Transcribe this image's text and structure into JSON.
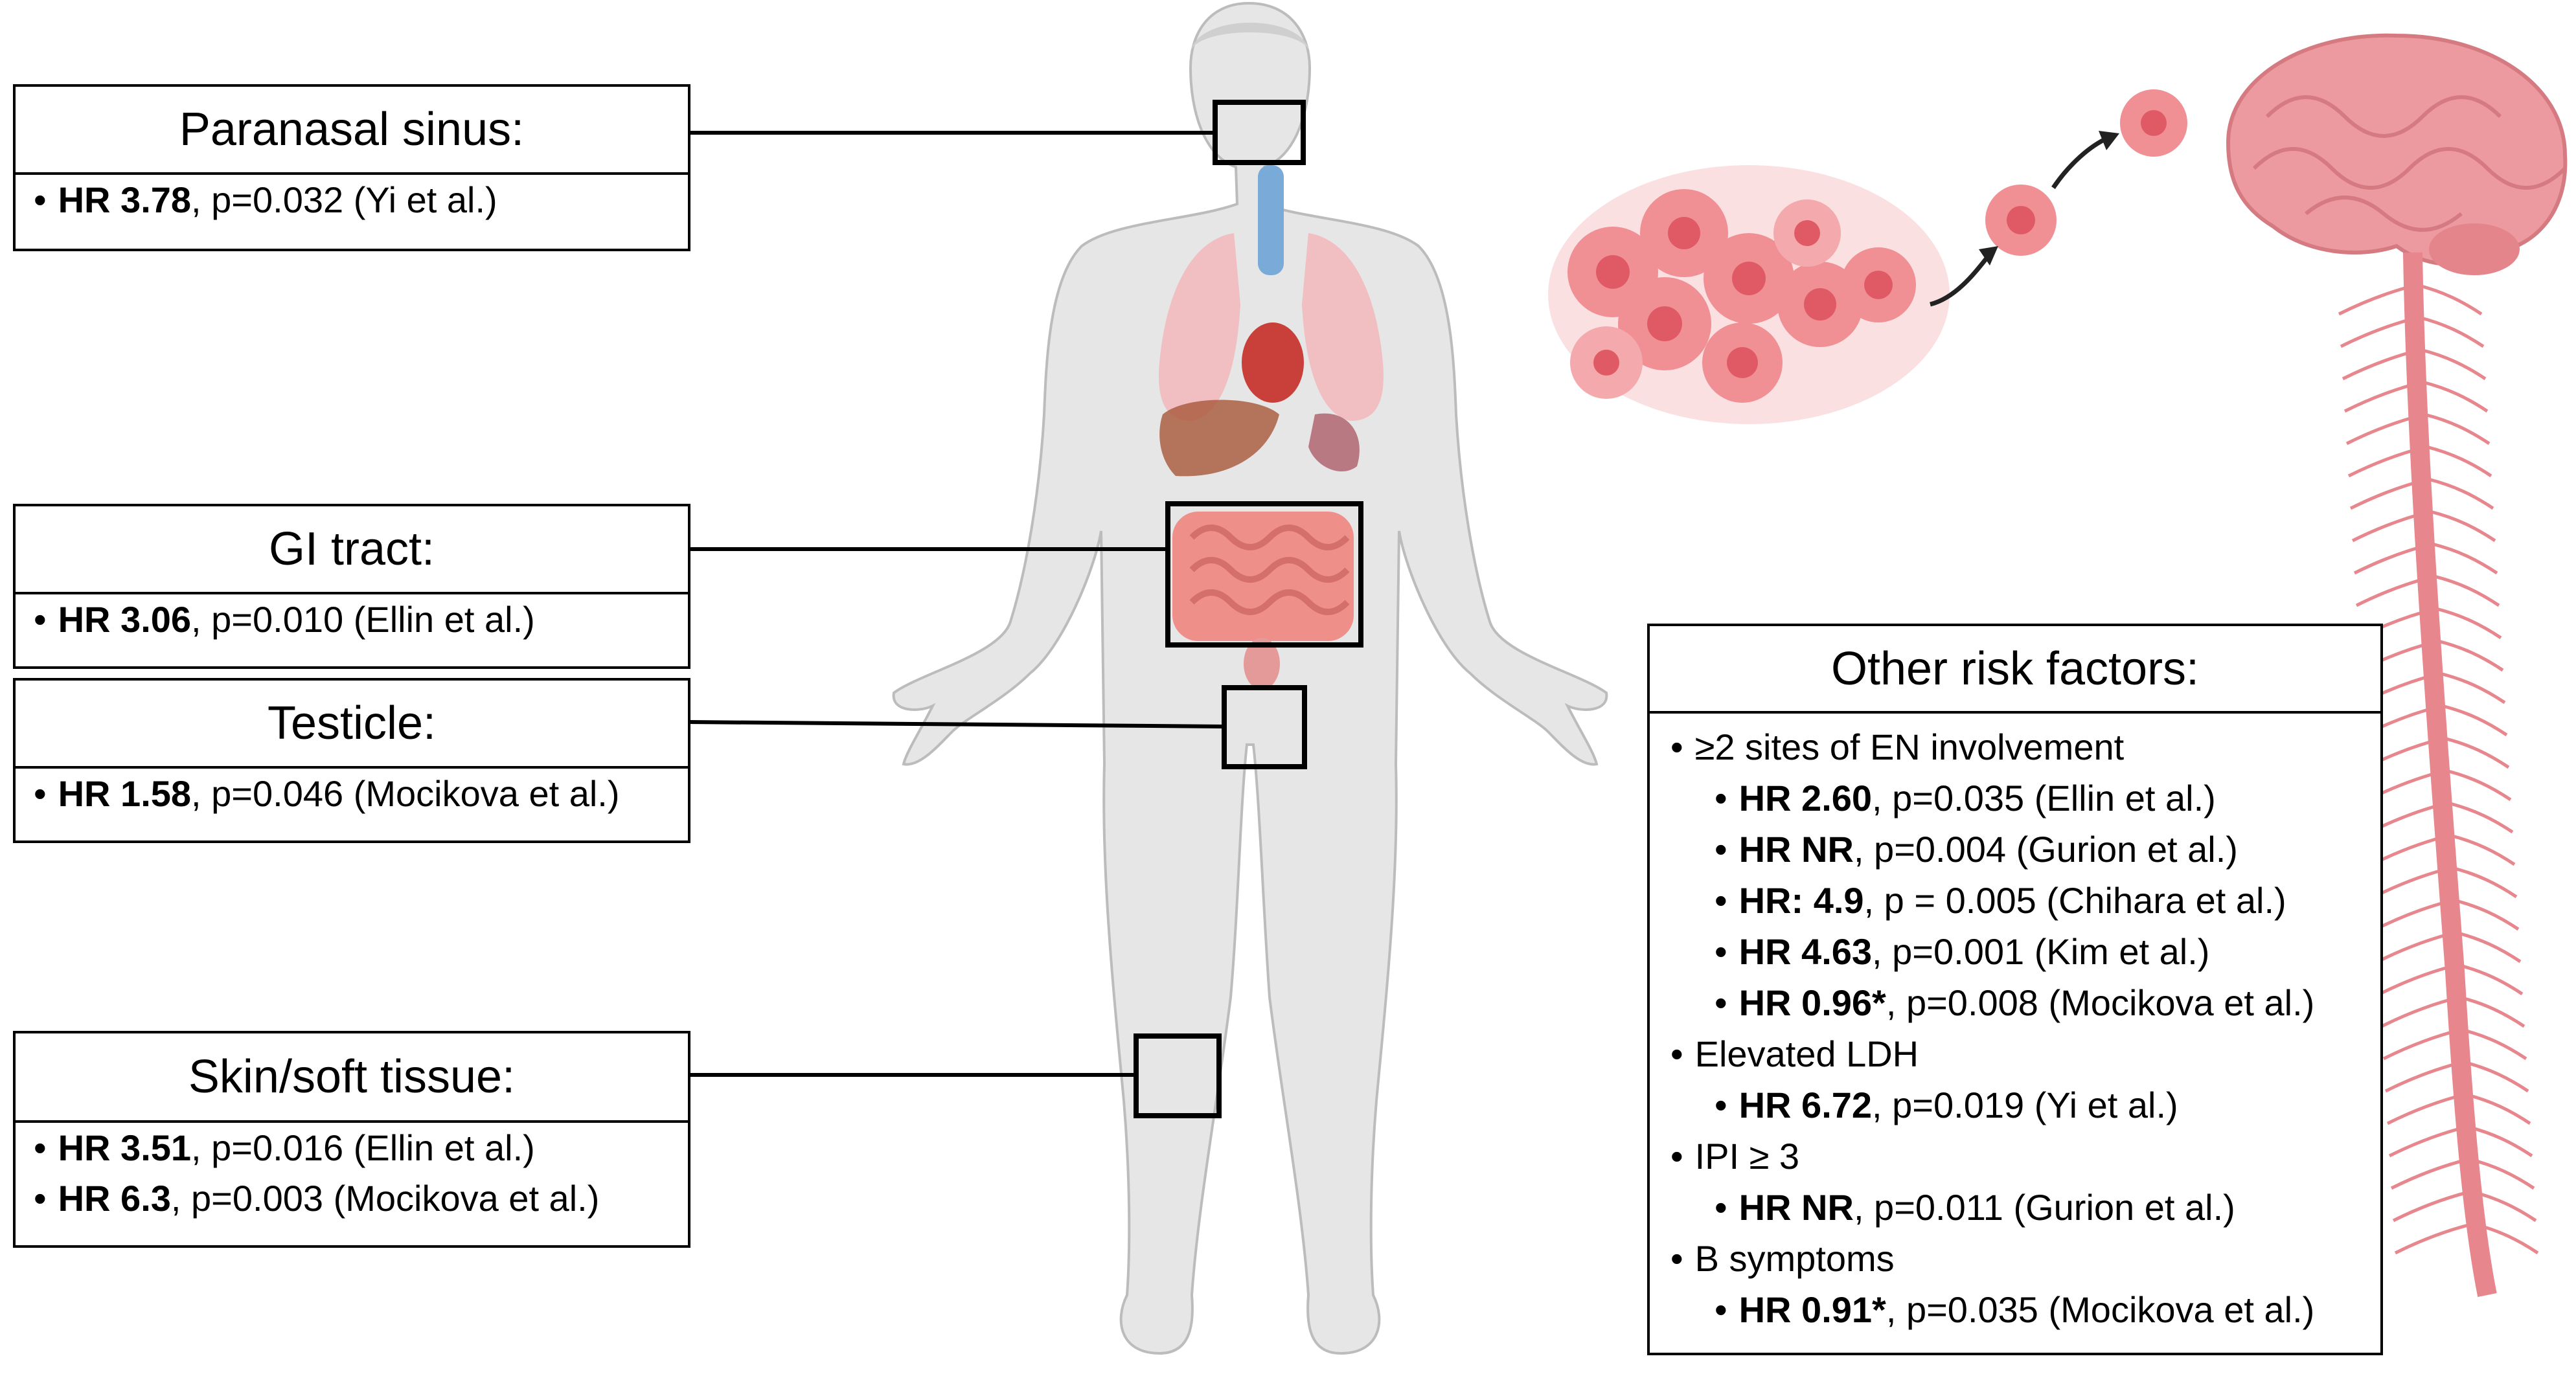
{
  "sites": [
    {
      "id": "paranasal-sinus",
      "title": "Paranasal sinus:",
      "stats": [
        {
          "hr": "HR 3.78",
          "rest": ", p=0.032 (Yi et al.)"
        }
      ]
    },
    {
      "id": "gi-tract",
      "title": "GI tract:",
      "stats": [
        {
          "hr": "HR 3.06",
          "rest": ", p=0.010 (Ellin et al.)"
        }
      ]
    },
    {
      "id": "testicle",
      "title": "Testicle:",
      "stats": [
        {
          "hr": "HR 1.58",
          "rest": ", p=0.046 (Mocikova et al.)"
        }
      ]
    },
    {
      "id": "skin-soft-tissue",
      "title": "Skin/soft tissue:",
      "stats": [
        {
          "hr": "HR 3.51",
          "rest": ", p=0.016 (Ellin et al.)"
        },
        {
          "hr": "HR 6.3",
          "rest": ", p=0.003 (Mocikova et al.)"
        }
      ]
    }
  ],
  "other_risk_factors": {
    "title": "Other risk factors:",
    "factors": [
      {
        "label": "≥2 sites of EN involvement",
        "stats": [
          {
            "hr": "HR 2.60",
            "rest": ", p=0.035 (Ellin et al.)"
          },
          {
            "hr": "HR NR",
            "rest": ", p=0.004 (Gurion et al.)"
          },
          {
            "hr": "HR: 4.9",
            "rest": ", p = 0.005 (Chihara et al.)"
          },
          {
            "hr": "HR 4.63",
            "rest": ", p=0.001 (Kim et al.)"
          },
          {
            "hr": "HR 0.96*",
            "rest": ", p=0.008 (Mocikova et al.)"
          }
        ]
      },
      {
        "label": "Elevated LDH",
        "stats": [
          {
            "hr": "HR 6.72",
            "rest": ", p=0.019 (Yi et al.)"
          }
        ]
      },
      {
        "label": "IPI ≥ 3",
        "stats": [
          {
            "hr": "HR NR",
            "rest": ", p=0.011 (Gurion et al.)"
          }
        ]
      },
      {
        "label": "B symptoms",
        "stats": [
          {
            "hr": "HR 0.91*",
            "rest": ", p=0.035 (Mocikova et al.)"
          }
        ]
      }
    ]
  },
  "illustrations": {
    "body": "human-body-anatomy",
    "tumor": "tumor-cell-cluster",
    "brain": "brain-and-spinal-cord"
  },
  "colors": {
    "body_fill": "#e6e6e6",
    "body_outline": "#bcbcbc",
    "tumor_cell": "#f08f94",
    "tumor_nucleus": "#e05a66",
    "brain": "#ec9a9f",
    "nerve": "#e7868d",
    "gi": "#ef8f8a",
    "trachea": "#7aaad8",
    "liver": "#a8573a"
  }
}
